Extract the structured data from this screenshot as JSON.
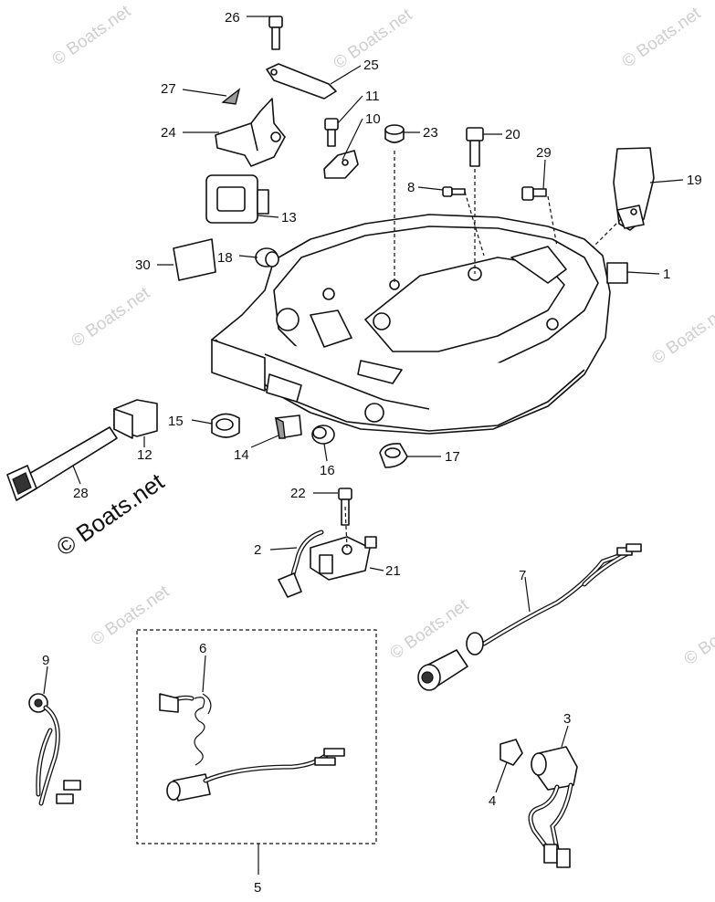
{
  "watermark_small": "© Boats.net",
  "watermark_large": "© Boats.net",
  "callouts": {
    "c1": "1",
    "c2": "2",
    "c3": "3",
    "c4": "4",
    "c5": "5",
    "c6": "6",
    "c7": "7",
    "c8": "8",
    "c9": "9",
    "c10": "10",
    "c11": "11",
    "c12": "12",
    "c13": "13",
    "c14": "14",
    "c15": "15",
    "c16": "16",
    "c17": "17",
    "c18": "18",
    "c19": "19",
    "c20": "20",
    "c21": "21",
    "c22": "22",
    "c23": "23",
    "c24": "24",
    "c25": "25",
    "c26": "26",
    "c27": "27",
    "c28": "28",
    "c29": "29",
    "c30": "30"
  }
}
